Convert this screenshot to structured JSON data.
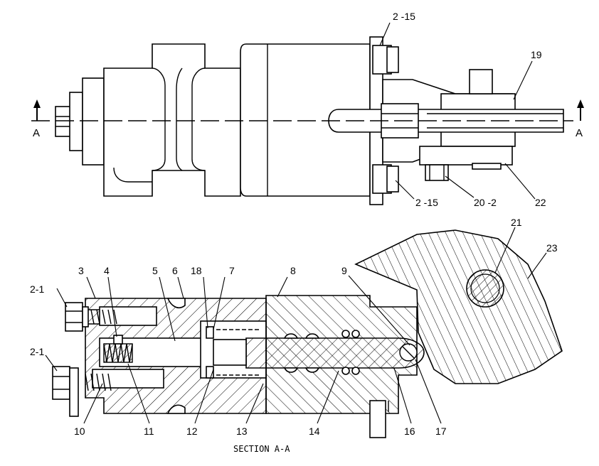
{
  "top_view": {
    "section_marker_left": "A",
    "section_marker_right": "A",
    "callouts": {
      "c_2_15_top": "2 -15",
      "c_19": "19",
      "c_2_15_bottom": "2 -15",
      "c_20_2": "20 -2",
      "c_22": "22"
    }
  },
  "section_view": {
    "callouts": {
      "c_2_1_top": "2-1",
      "c_2_1_bottom": "2-1",
      "c_3": "3",
      "c_4": "4",
      "c_5": "5",
      "c_6": "6",
      "c_18": "18",
      "c_7": "7",
      "c_8": "8",
      "c_9": "9",
      "c_21": "21",
      "c_23": "23",
      "c_10": "10",
      "c_11": "11",
      "c_12": "12",
      "c_13": "13",
      "c_14": "14",
      "c_16": "16",
      "c_17": "17"
    },
    "caption": "SECTION A-A"
  }
}
